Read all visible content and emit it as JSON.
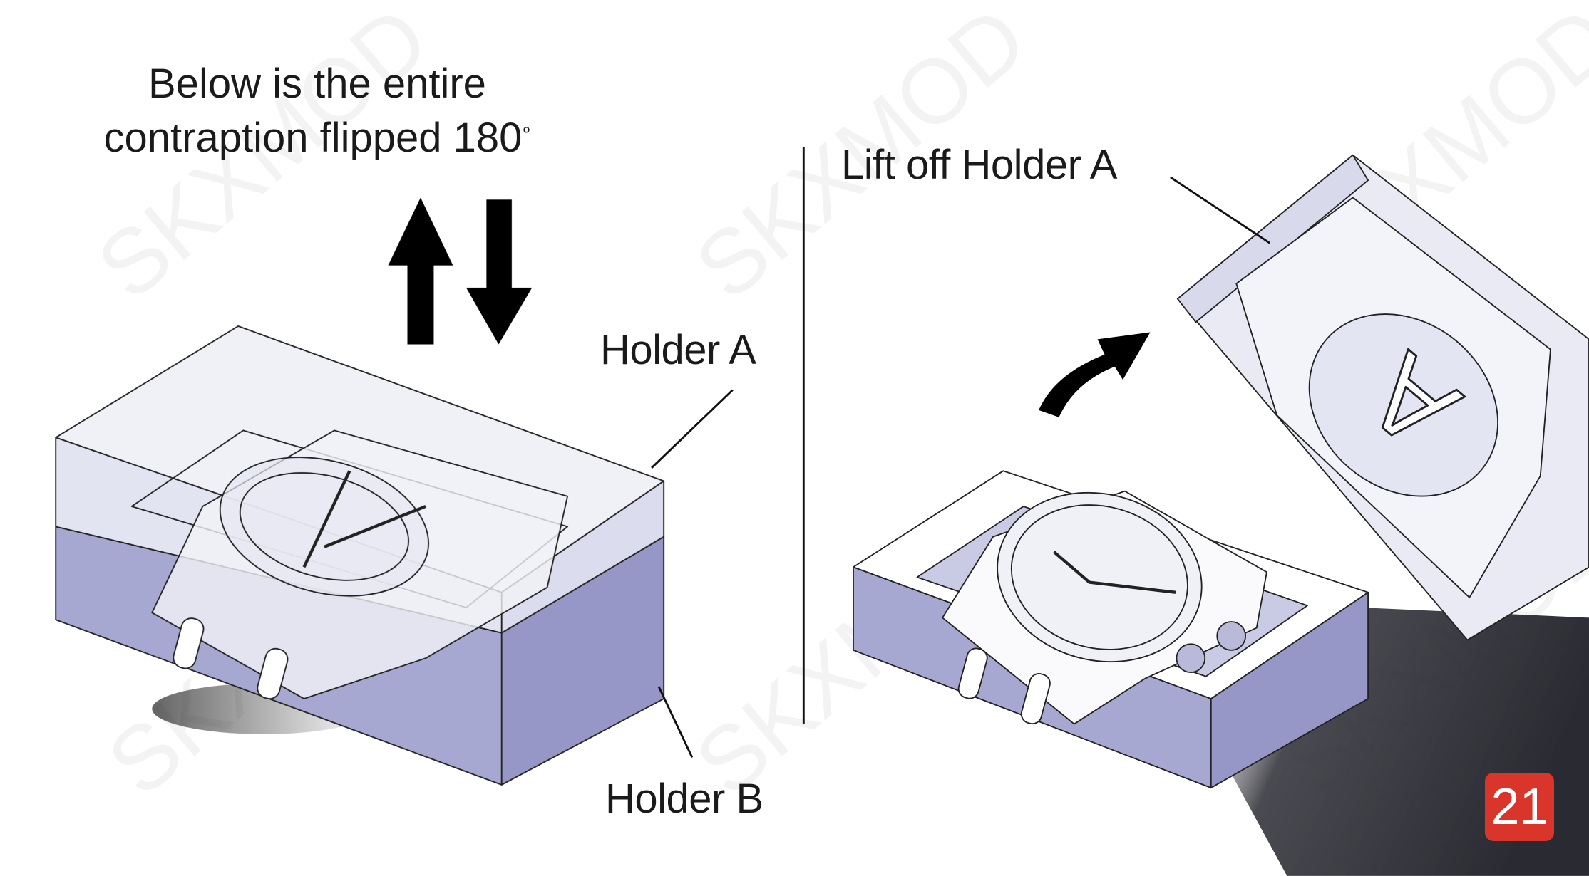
{
  "title": {
    "line1": "Below is the entire",
    "line2": "contraption flipped 180",
    "degree_symbol": "°"
  },
  "labels": {
    "holder_a": "Holder A",
    "holder_b": "Holder B",
    "lift_off": "Lift off Holder A",
    "engraved_letter": "A"
  },
  "page_number": "21",
  "watermark": "SKXMOD",
  "colors": {
    "badge": "#d9352a",
    "holder_side": "#a7a8d2",
    "holder_top": "#eceef6",
    "text": "#1a1a1a"
  },
  "icons": [
    "up-arrow-icon",
    "down-arrow-icon",
    "curved-arrow-icon"
  ]
}
